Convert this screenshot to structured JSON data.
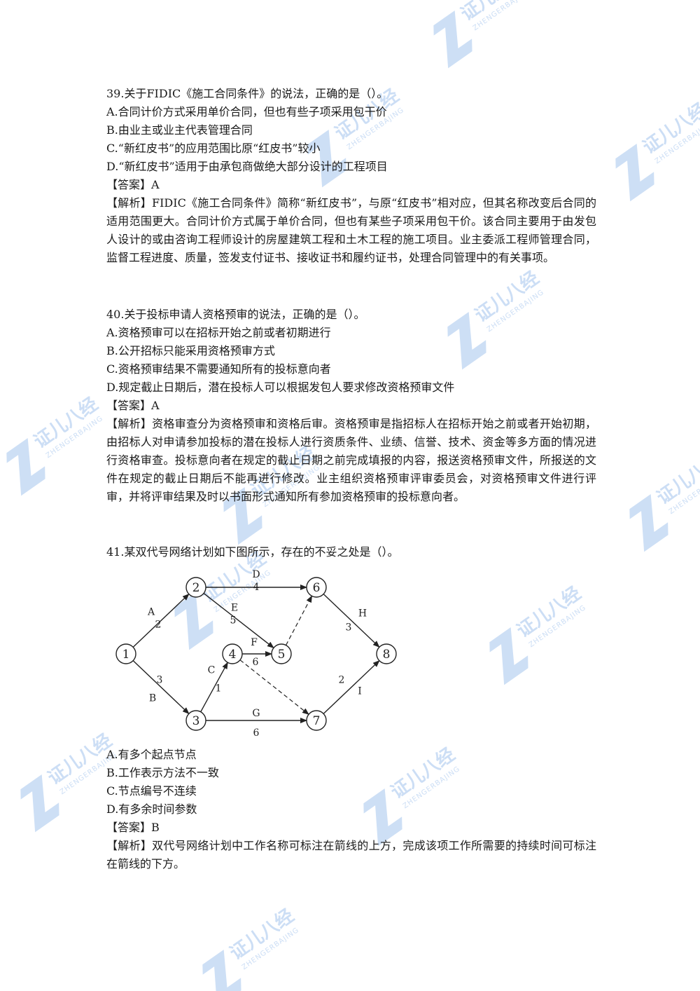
{
  "questions": [
    {
      "stem": "39.关于FIDIC《施工合同条件》的说法，正确的是（）。",
      "options": [
        "A.合同计价方式采用单价合同，但也有些子项采用包干价",
        "B.由业主或业主代表管理合同",
        "C.“新红皮书”的应用范围比原“红皮书”较小",
        "D.“新红皮书”适用于由承包商做绝大部分设计的工程项目"
      ],
      "answer": "【答案】A",
      "analysis": "【解析】FIDIC《施工合同条件》简称“新红皮书”，与原“红皮书”相对应，但其名称改变后合同的适用范围更大。合同计价方式属于单价合同，但也有某些子项采用包干价。该合同主要用于由发包人设计的或由咨询工程师设计的房屋建筑工程和土木工程的施工项目。业主委派工程师管理合同，监督工程进度、质量，签发支付证书、接收证书和履约证书，处理合同管理中的有关事项。"
    },
    {
      "stem": "40.关于投标申请人资格预审的说法，正确的是（）。",
      "options": [
        "A.资格预审可以在招标开始之前或者初期进行",
        "B.公开招标只能采用资格预审方式",
        "C.资格预审结果不需要通知所有的投标意向者",
        "D.规定截止日期后，潜在投标人可以根据发包人要求修改资格预审文件"
      ],
      "answer": "【答案】A",
      "analysis": "【解析】资格审查分为资格预审和资格后审。资格预审是指招标人在招标开始之前或者开始初期，由招标人对申请参加投标的潜在投标人进行资质条件、业绩、信誉、技术、资金等多方面的情况进行资格审查。投标意向者在规定的截止日期之前完成填报的内容，报送资格预审文件，所报送的文件在规定的截止日期后不能再进行修改。业主组织资格预审评审委员会，对资格预审文件进行评审，并将评审结果及时以书面形式通知所有参加资格预审的投标意向者。"
    },
    {
      "stem": "41.某双代号网络计划如下图所示，存在的不妥之处是（）。",
      "options": [
        "A.有多个起点节点",
        "B.工作表示方法不一致",
        "C.节点编号不连续",
        "D.有多余时间参数"
      ],
      "answer": "【答案】B",
      "analysis": "【解析】双代号网络计划中工作名称可标注在箭线的上方，完成该项工作所需要的持续时间可标注在箭线的下方。"
    }
  ],
  "network": {
    "nodes": [
      "1",
      "2",
      "3",
      "4",
      "5",
      "6",
      "7",
      "8"
    ],
    "activities": [
      {
        "from": "1",
        "to": "2",
        "name": "A",
        "duration": "2"
      },
      {
        "from": "1",
        "to": "3",
        "name": "B",
        "duration": "3"
      },
      {
        "from": "3",
        "to": "4",
        "name": "C",
        "duration": "1"
      },
      {
        "from": "2",
        "to": "6",
        "name": "D",
        "duration": "4"
      },
      {
        "from": "2",
        "to": "5",
        "name": "E",
        "duration": "5"
      },
      {
        "from": "4",
        "to": "5",
        "name": "F",
        "duration": "6"
      },
      {
        "from": "3",
        "to": "7",
        "name": "G",
        "duration": "6"
      },
      {
        "from": "6",
        "to": "8",
        "name": "H",
        "duration": "3"
      },
      {
        "from": "7",
        "to": "8",
        "name": "I",
        "duration": "2"
      }
    ],
    "dummies": [
      {
        "from": "5",
        "to": "6"
      },
      {
        "from": "4",
        "to": "7"
      }
    ]
  },
  "watermark": {
    "cn": "证儿八经",
    "en": "ZHENGERBAJING",
    "color": "#bcd4f2"
  }
}
